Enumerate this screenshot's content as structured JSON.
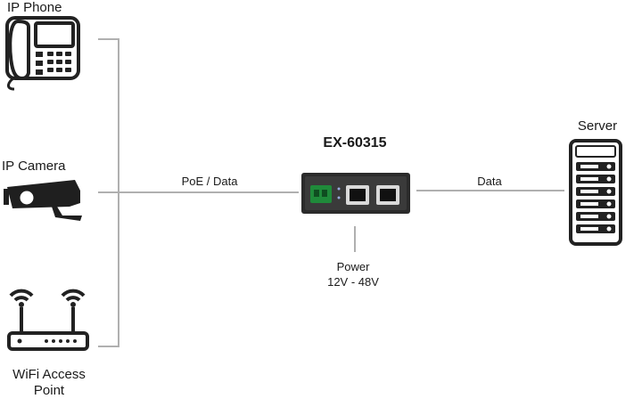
{
  "devices": {
    "ip_phone": {
      "label": "IP Phone",
      "icon": "ip-phone-icon"
    },
    "ip_camera": {
      "label": "IP Camera",
      "icon": "ip-camera-icon"
    },
    "wifi_ap": {
      "label_line1": "WiFi Access",
      "label_line2": "Point",
      "icon": "wifi-router-icon"
    },
    "server": {
      "label": "Server",
      "icon": "server-rack-icon"
    }
  },
  "injector": {
    "model": "EX-60315",
    "icon": "poe-injector-icon"
  },
  "links": {
    "poe_data": "PoE  / Data",
    "data": "Data",
    "power_line1": "Power",
    "power_line2": "12V - 48V"
  },
  "colors": {
    "line": "#b5b5b5",
    "device": "#1f1f1f",
    "icon_shadow": "#d6d6d6"
  }
}
